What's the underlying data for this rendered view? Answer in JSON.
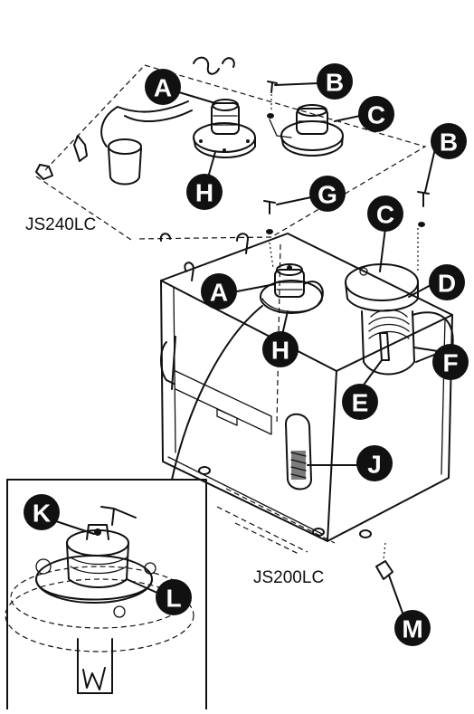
{
  "model_labels": {
    "upper": "JS240LC",
    "lower": "JS200LC"
  },
  "callouts": {
    "a_upper": "A",
    "b_upper": "B",
    "c_upper": "C",
    "h_upper": "H",
    "g": "G",
    "b_right": "B",
    "c_right": "C",
    "d": "D",
    "a_lower": "A",
    "h_lower": "H",
    "e": "E",
    "f": "F",
    "j": "J",
    "k": "K",
    "l": "L",
    "m": "M"
  },
  "colors": {
    "ink": "#111111",
    "paper": "#ffffff",
    "callout_fill": "#111111",
    "callout_text": "#ffffff"
  }
}
